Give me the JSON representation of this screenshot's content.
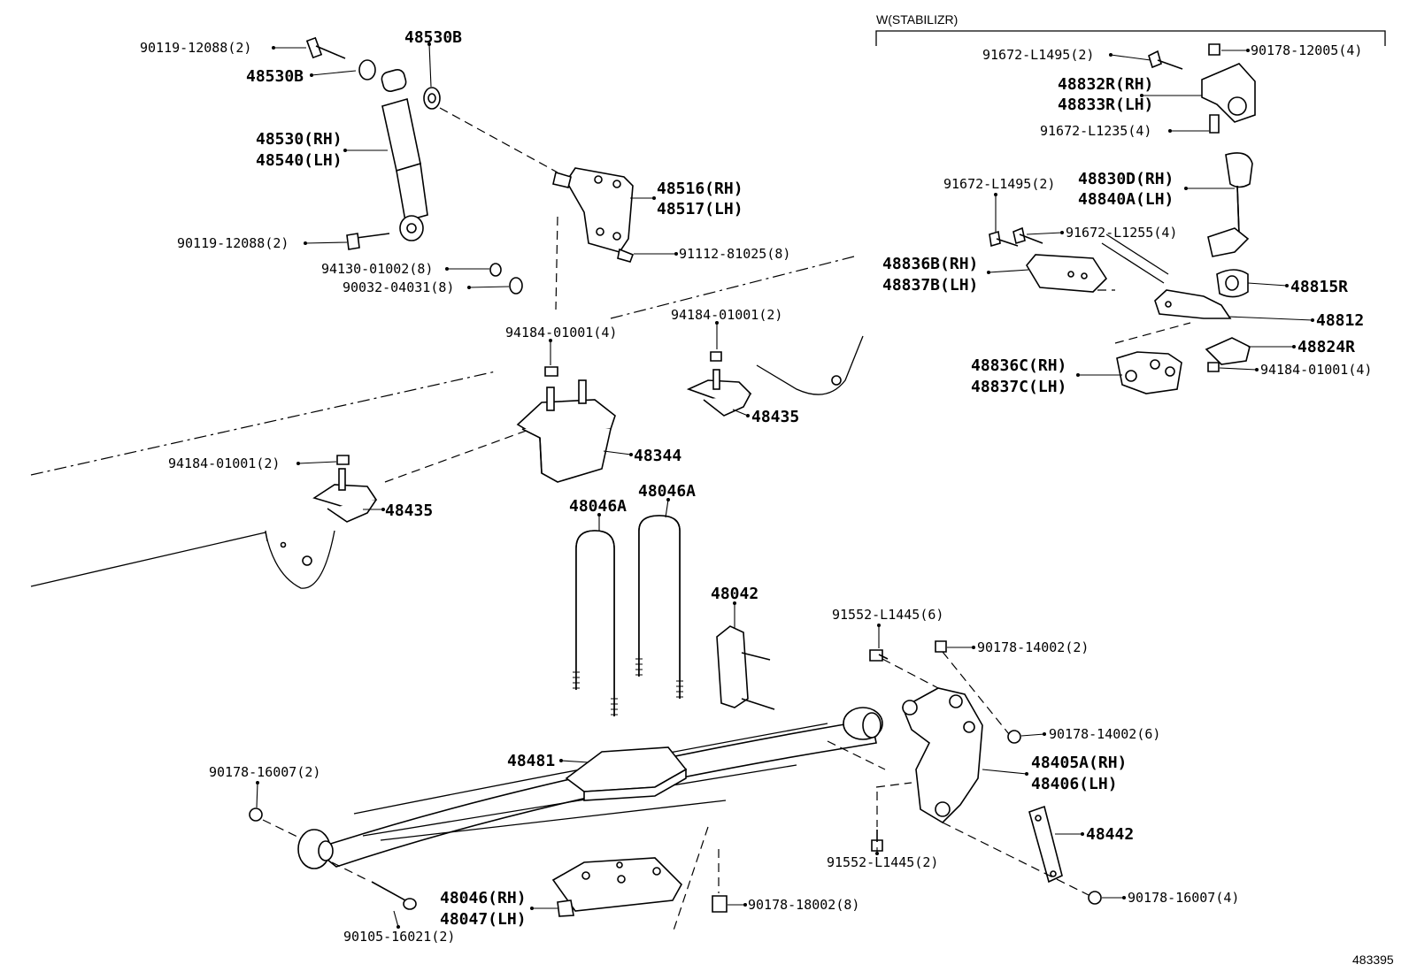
{
  "header": {
    "variant": "W(STABILIZR)"
  },
  "labels": {
    "bolt_top": "90119-12088(2)",
    "bushing_top_a": "48530B",
    "bushing_top_b": "48530B",
    "shock_rh": "48530(RH)",
    "shock_lh": "48540(LH)",
    "bolt_bottom": "90119-12088(2)",
    "nut_94130": "94130-01002(8)",
    "washer_90032": "90032-04031(8)",
    "bracket_rh": "48516(RH)",
    "bracket_lh": "48517(LH)",
    "bolt_91112": "91112-81025(8)",
    "nut_mid_left": "94184-01001(4)",
    "nut_mid_right": "94184-01001(2)",
    "nut_left": "94184-01001(2)",
    "bumper_right": "48435",
    "bumper_left": "48435",
    "bumper_center": "48344",
    "ubolt_left": "48046A",
    "ubolt_right": "48046A",
    "plate_48042": "48042",
    "bolt_91552_top": "91552-L1445(6)",
    "nut_90178_14002_a": "90178-14002(2)",
    "nut_90178_14002_b": "90178-14002(6)",
    "hanger_rh": "48405A(RH)",
    "hanger_lh": "48406(LH)",
    "bolt_91552_bottom": "91552-L1445(2)",
    "shackle": "48442",
    "nut_90178_16007_right": "90178-16007(4)",
    "pad_48481": "48481",
    "nut_90178_16007_left": "90178-16007(2)",
    "bolt_90105": "90105-16021(2)",
    "seat_rh": "48046(RH)",
    "seat_lh": "48047(LH)",
    "nut_90178_18002": "90178-18002(8)",
    "stab_bolt_a": "91672-L1495(2)",
    "stab_nut_a": "90178-12005(4)",
    "stab_bracket_rh": "48832R(RH)",
    "stab_bracket_lh": "48833R(LH)",
    "stab_bolt_b": "91672-L1235(4)",
    "stab_bolt_c": "91672-L1495(2)",
    "stab_link_rh": "48830D(RH)",
    "stab_link_lh": "48840A(LH)",
    "stab_bolt_d": "91672-L1255(4)",
    "stab_plate_rh": "48836B(RH)",
    "stab_plate_lh": "48837B(LH)",
    "stab_bushing": "48815R",
    "stab_bar": "48812",
    "stab_clamp": "48824R",
    "stab_plate2_rh": "48836C(RH)",
    "stab_plate2_lh": "48837C(LH)",
    "stab_nut_b": "94184-01001(4)"
  },
  "footer": {
    "diagram_id": "483395"
  }
}
